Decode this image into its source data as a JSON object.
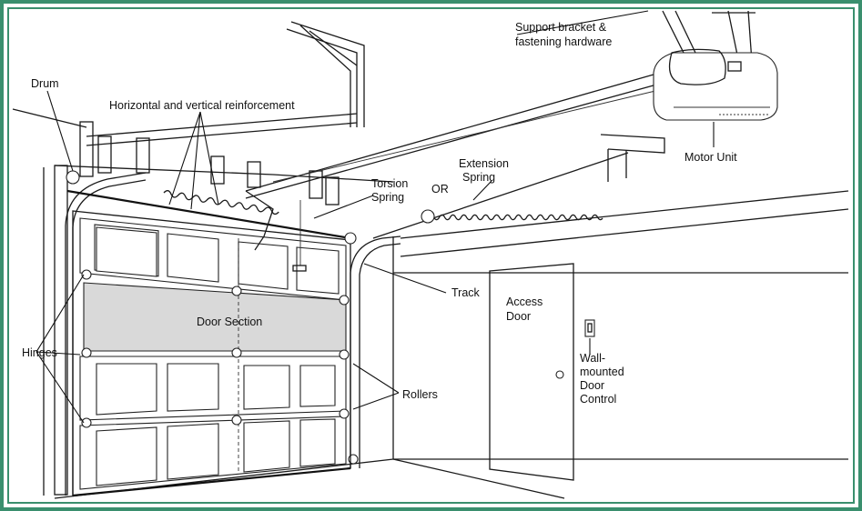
{
  "frame": {
    "border_color": "#3a8f6e"
  },
  "labels": {
    "drum": "Drum",
    "reinforcement": "Horizontal and vertical reinforcement",
    "support_bracket_line1": "Support bracket &",
    "support_bracket_line2": "fastening hardware",
    "motor_unit": "Motor Unit",
    "extension_spring_line1": "Extension",
    "extension_spring_line2": "Spring",
    "torsion_spring_line1": "Torsion",
    "torsion_spring_line2": "Spring",
    "or": "OR",
    "track": "Track",
    "door_section": "Door Section",
    "hinges": "Hinges",
    "rollers": "Rollers",
    "access_door_line1": "Access",
    "access_door_line2": "Door",
    "wall_control_line1": "Wall-",
    "wall_control_line2": "mounted",
    "wall_control_line3": "Door",
    "wall_control_line4": "Control"
  },
  "colors": {
    "line": "#1a1a1a",
    "door_section_fill": "#d9d9d9",
    "background": "#ffffff"
  }
}
